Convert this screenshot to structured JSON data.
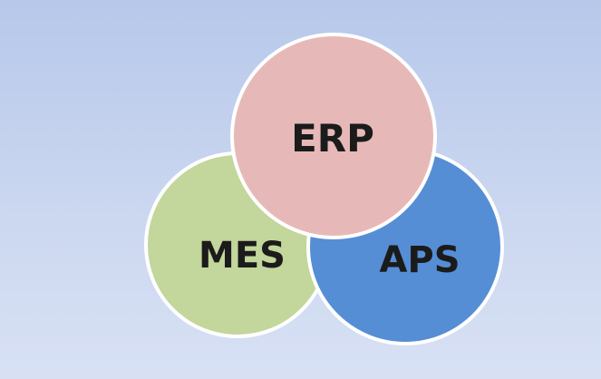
{
  "diagram": {
    "circles": [
      {
        "id": "mes",
        "label": "MES",
        "color": "#c3d69b"
      },
      {
        "id": "aps",
        "label": "APS",
        "color": "#558ed5"
      },
      {
        "id": "erp",
        "label": "ERP",
        "color": "#e6b9b8"
      }
    ],
    "stroke_color": "#ffffff",
    "background_color": "#c5d3ef"
  }
}
